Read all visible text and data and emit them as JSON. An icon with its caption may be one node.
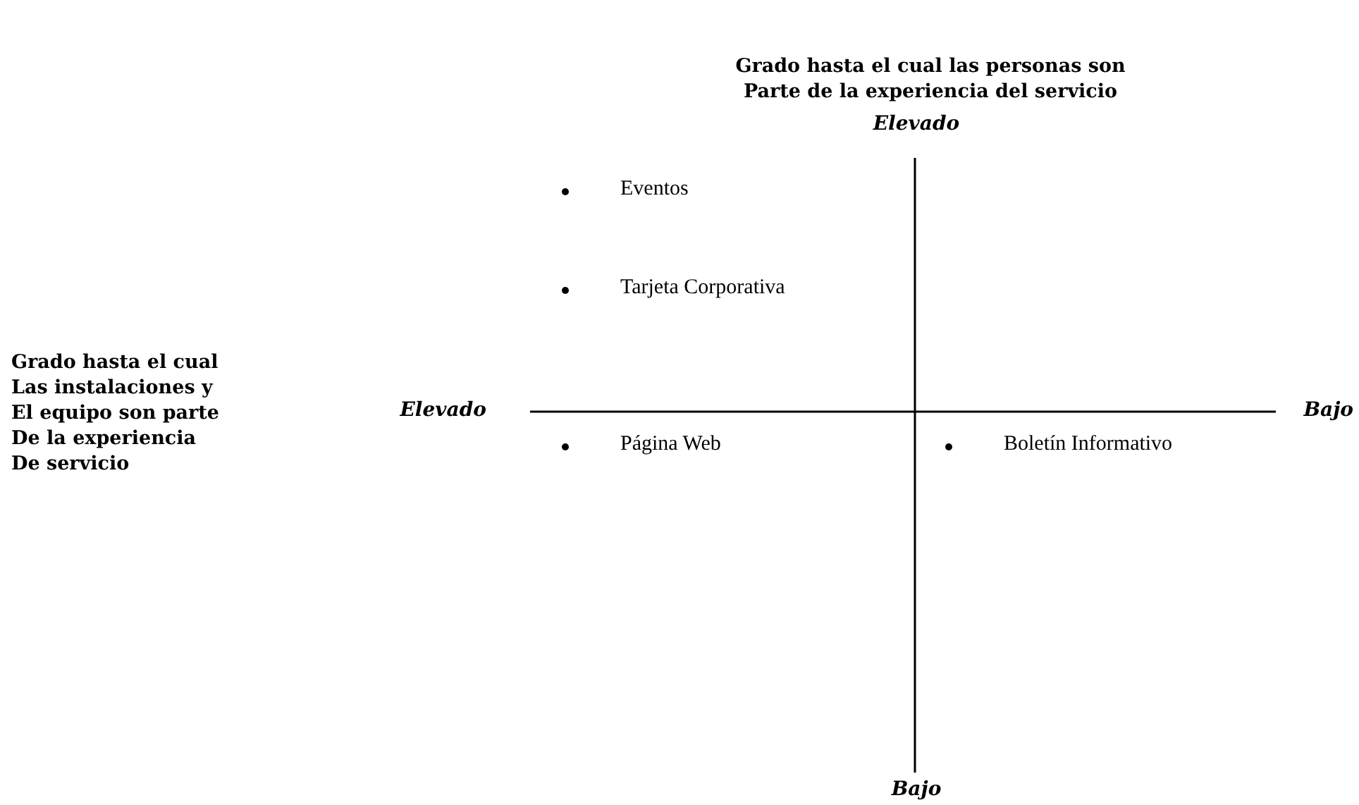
{
  "diagram": {
    "labels": [
      "Grado hasta el cual las personas son Parte de la experiencia del servicio",
      "Elevado",
      "Eventos",
      "Tarjeta Corporativa",
      "Grado hasta el cual Las instalaciones y El equipo son parte De la experiencia De servicio",
      "Elevado",
      "Bajo",
      "Página Web",
      "Boletín Informativo",
      "Bajo"
    ]
  }
}
